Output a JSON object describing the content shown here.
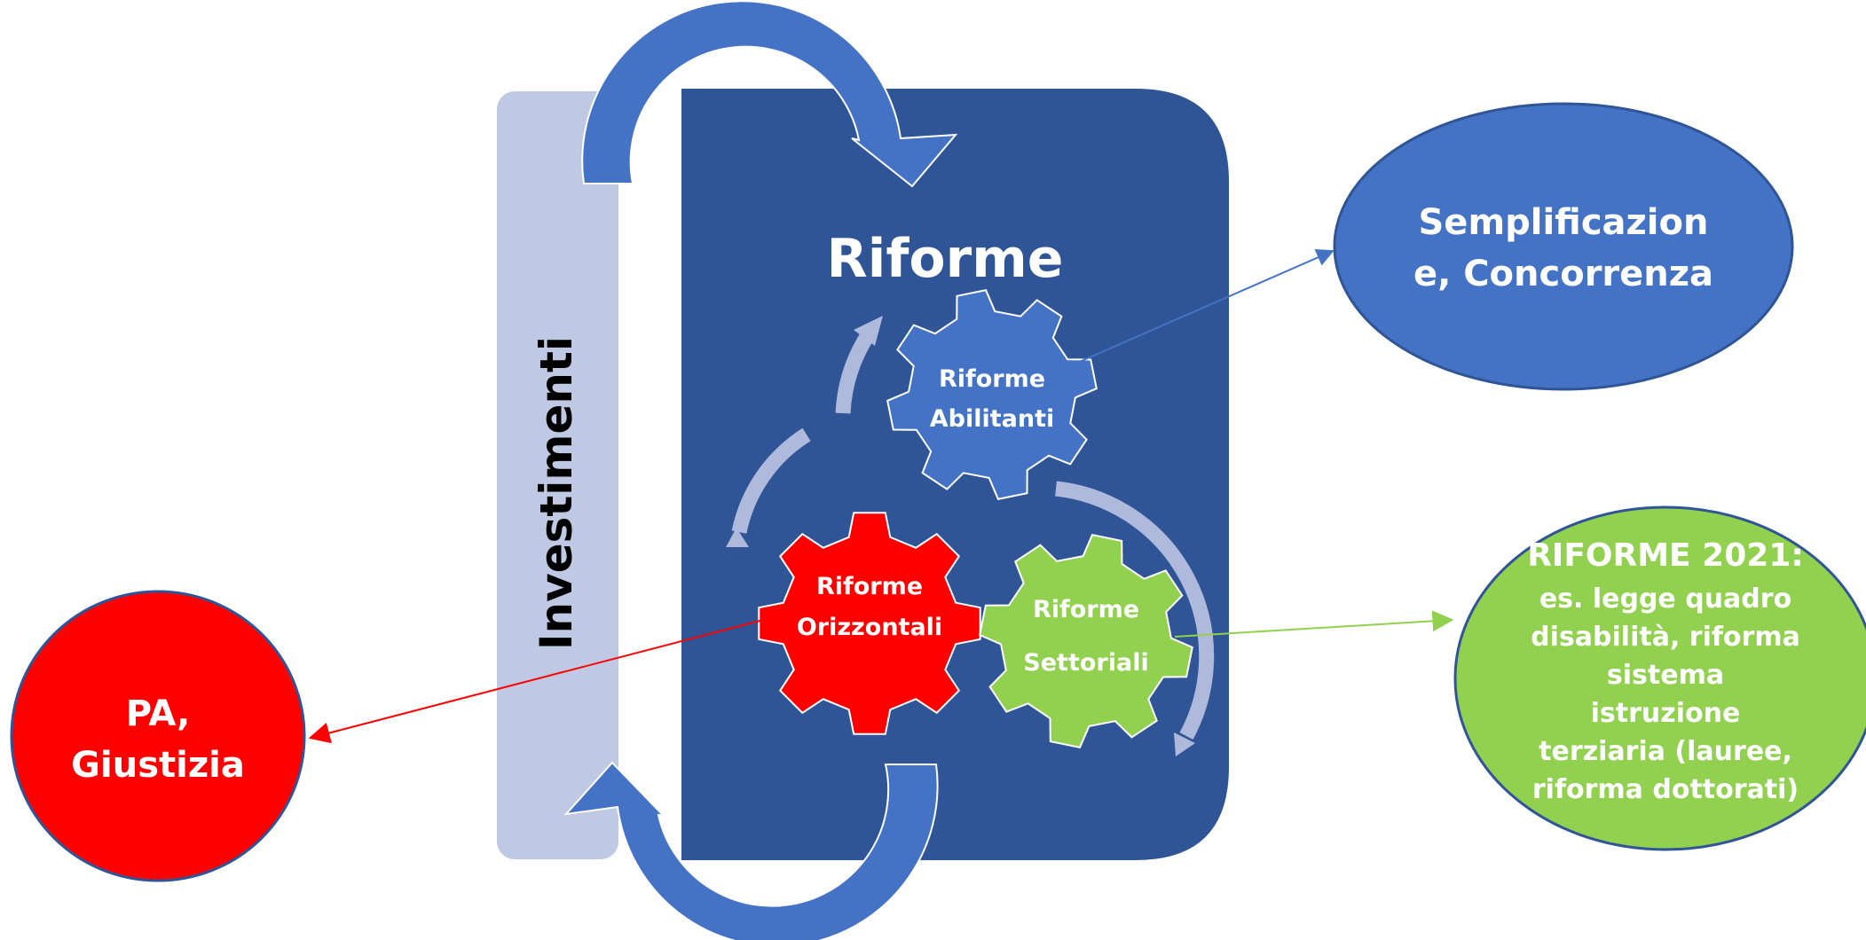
{
  "colors": {
    "investimenti_bar": "#BFC9E3",
    "riforme_box": "#2F5597",
    "cycle_arrow": "#4472C4",
    "light_arrow": "#AEB9DB",
    "abilitanti_gear": "#4472C4",
    "orizzontali_gear": "#FF0000",
    "settoriali_gear": "#92D050",
    "semplificazione_ellipse": "#4472C4",
    "riforme2021_ellipse": "#92D050",
    "pa_circle": "#FF0000",
    "connector_blue": "#4472C4",
    "connector_red": "#FF0000",
    "connector_green": "#92D050"
  },
  "investimenti": {
    "label": "Investimenti"
  },
  "riforme": {
    "title": "Riforme"
  },
  "gears": {
    "abilitanti": {
      "line1": "Riforme",
      "line2": "Abilitanti"
    },
    "orizzontali": {
      "line1": "Riforme",
      "line2": "Orizzontali"
    },
    "settoriali": {
      "line1": "Riforme",
      "line2": "Settoriali"
    }
  },
  "semplificazione": {
    "line1": "Semplificazion",
    "line2": "e, Concorrenza"
  },
  "riforme2021": {
    "title": "RIFORME 2021:",
    "lines": [
      "es. legge quadro",
      "disabilità, riforma",
      "sistema",
      "istruzione",
      "terziaria (lauree,",
      "riforma dottorati)"
    ]
  },
  "pa": {
    "line1": "PA,",
    "line2": "Giustizia"
  }
}
